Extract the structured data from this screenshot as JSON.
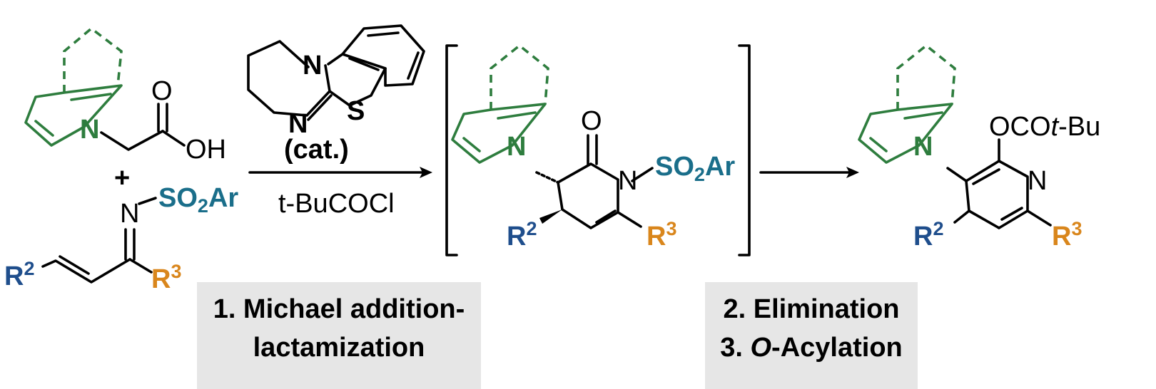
{
  "colors": {
    "green": "#2e7d3e",
    "teal": "#1a6e8a",
    "blue": "#1f4e8c",
    "orange": "#d9861c",
    "box": "#e6e6e6"
  },
  "reactant_acid": {
    "n": "N",
    "o": "O",
    "oh": "OH"
  },
  "plus": "+",
  "reactant_imine": {
    "n": "N",
    "so2ar_main": "SO",
    "so2ar_sub": "2",
    "so2ar_tail": "Ar",
    "r2_main": "R",
    "r2_sup": "2",
    "r3_main": "R",
    "r3_sup": "3"
  },
  "catalyst": {
    "n_top": "N",
    "n_bottom": "N",
    "s": "S",
    "cat_label": "(cat.)"
  },
  "reagent": "t-BuCOCl",
  "intermediate": {
    "n_pyrrole": "N",
    "o": "O",
    "n_lactam": "N",
    "so2ar_main": "SO",
    "so2ar_sub": "2",
    "so2ar_tail": "Ar",
    "r2_main": "R",
    "r2_sup": "2",
    "r3_main": "R",
    "r3_sup": "3"
  },
  "product": {
    "n_pyrrole": "N",
    "n_pyridine": "N",
    "ester_main": "OCO",
    "ester_italic": "t",
    "ester_tail": "-Bu",
    "r2_main": "R",
    "r2_sup": "2",
    "r3_main": "R",
    "r3_sup": "3"
  },
  "steps": {
    "step1_line1": "1. Michael addition-",
    "step1_line2": "lactamization",
    "step2": "2. Elimination",
    "step3_prefix": "3. ",
    "step3_italic": "O",
    "step3_rest": "-Acylation"
  }
}
